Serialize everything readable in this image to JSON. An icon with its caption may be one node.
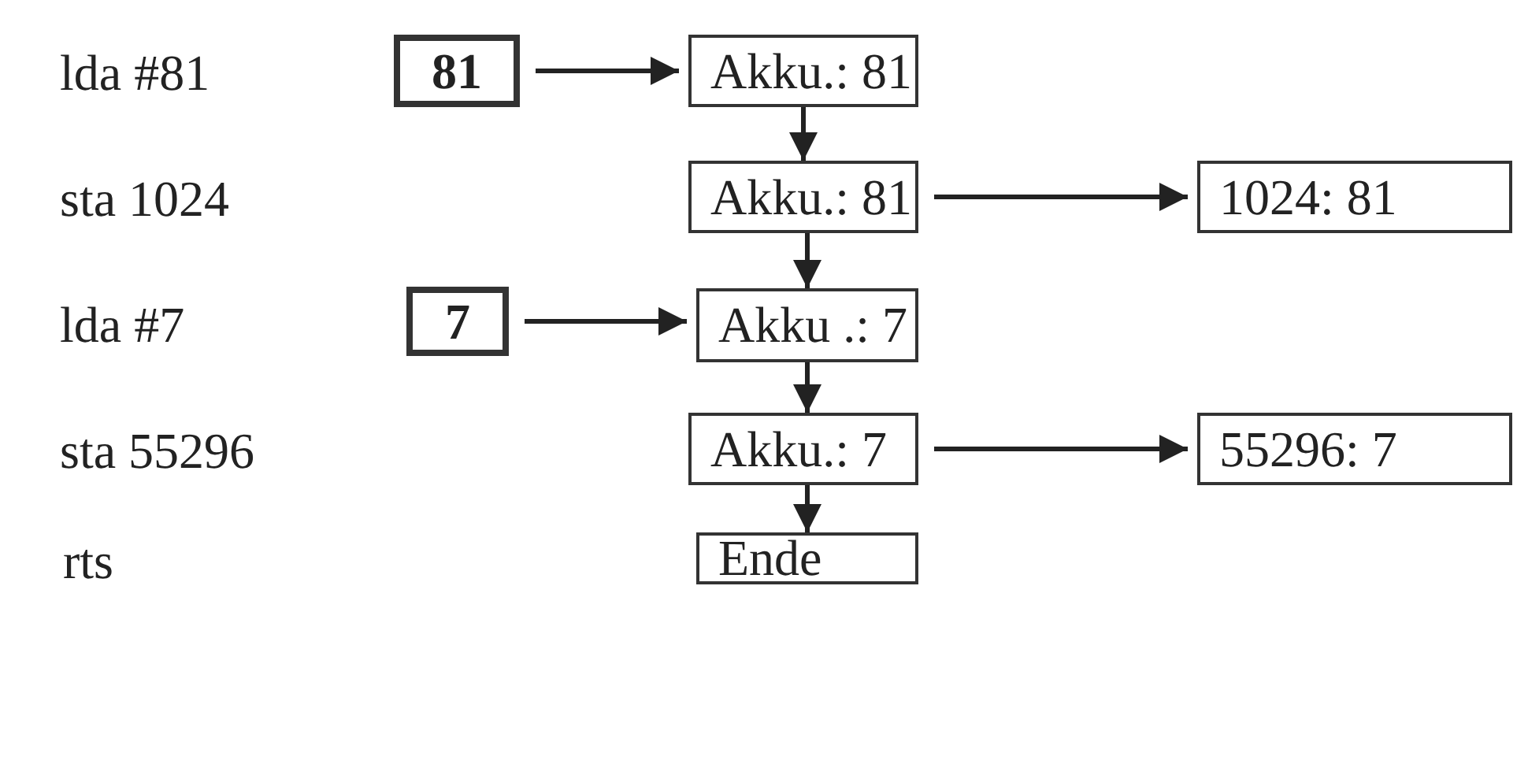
{
  "diagram": {
    "nodes": [
      {
        "text": [
          "81"
        ]
      },
      {
        "text": [
          "Akku.: 81"
        ]
      },
      {
        "text": [
          "Akku.: 81"
        ]
      },
      {
        "text": [
          "1024: 81"
        ]
      },
      {
        "text": [
          "7"
        ]
      },
      {
        "text": [
          "Akku .: 7"
        ]
      },
      {
        "text": [
          "Akku.: 7"
        ]
      },
      {
        "text": [
          "55296: 7"
        ]
      },
      {
        "text": [
          "Ende"
        ]
      }
    ],
    "edges": [
      {
        "from": 0,
        "to": 1,
        "arrow": "to"
      },
      {
        "from": 1,
        "to": 2,
        "arrow": "to"
      },
      {
        "from": 2,
        "to": 3,
        "arrow": "to"
      },
      {
        "from": 2,
        "to": 5,
        "arrow": "to"
      },
      {
        "from": 4,
        "to": 5,
        "arrow": "to"
      },
      {
        "from": 5,
        "to": 6,
        "arrow": "to"
      },
      {
        "from": 6,
        "to": 7,
        "arrow": "to"
      },
      {
        "from": 6,
        "to": 8,
        "arrow": "to"
      }
    ],
    "labels": [
      "lda #81",
      "sta 1024",
      "lda #7",
      "sta 55296",
      "rts"
    ]
  }
}
